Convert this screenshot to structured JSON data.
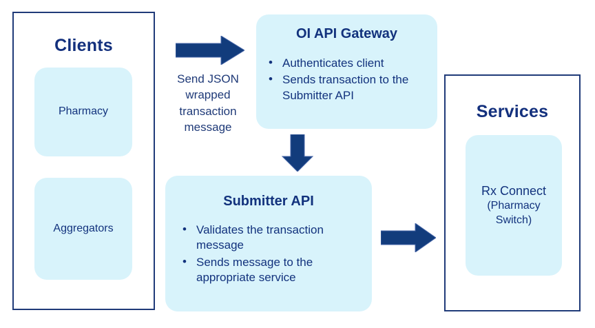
{
  "colors": {
    "navy_border": "#1f3a78",
    "navy_text": "#12327d",
    "box_fill": "#d8f3fb",
    "arrow_fill": "#123c7c",
    "page_background": "#ffffff"
  },
  "clients_panel": {
    "title": "Clients",
    "boxes": [
      {
        "label": "Pharmacy"
      },
      {
        "label": "Aggregators"
      }
    ]
  },
  "flow": {
    "client_to_gateway_caption": "Send JSON wrapped transaction message",
    "client_to_gateway_arrow": "arrow-right-icon",
    "gateway_to_submitter_arrow": "arrow-down-icon",
    "submitter_to_services_arrow": "arrow-right-icon"
  },
  "gateway": {
    "title": "OI API Gateway",
    "bullets": [
      "Authenticates client",
      "Sends transaction to the Submitter API"
    ]
  },
  "submitter": {
    "title": "Submitter API",
    "bullets": [
      "Validates the transaction message",
      "Sends message to the appropriate service"
    ]
  },
  "services_panel": {
    "title": "Services",
    "boxes": [
      {
        "line1": "Rx Connect",
        "line2": "(Pharmacy",
        "line3": "Switch)"
      }
    ]
  }
}
